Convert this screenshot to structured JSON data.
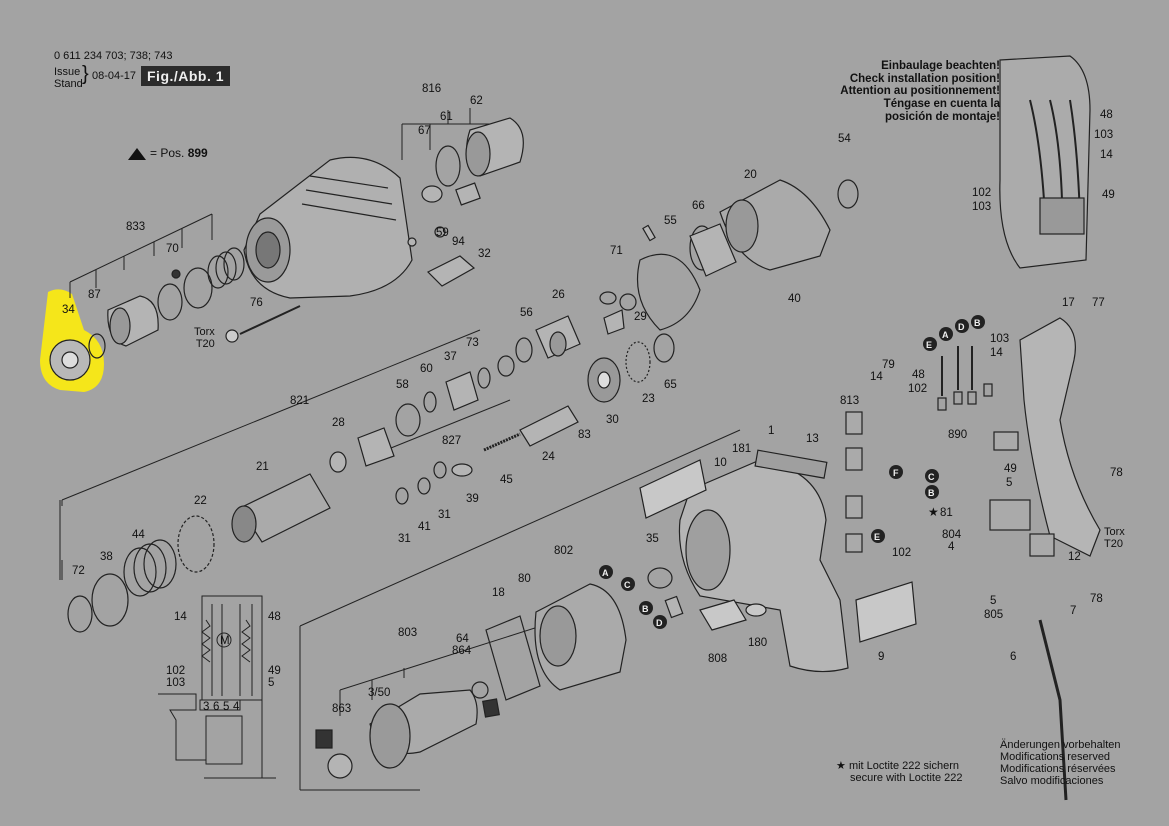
{
  "header": {
    "part_numbers": "0 611 234 703; 738; 743",
    "issue_label": "Issue",
    "stand_label": "Stand",
    "issue_date": "08-04-17",
    "figure": "Fig./Abb. 1"
  },
  "legend": {
    "pos_label": "= Pos.",
    "pos_value": "899"
  },
  "installation_note": [
    "Einbaulage beachten!",
    "Check installation position!",
    "Attention au positionnement!",
    "Téngase en cuenta la",
    "posición de montaje!"
  ],
  "loctite_note": [
    "mit Loctite 222 sichern",
    "secure with Loctite 222"
  ],
  "modifications_note": [
    "Änderungen vorbehalten",
    "Modifications reserved",
    "Modifications réservées",
    "Salvo modificaciones"
  ],
  "torx_left": [
    "Torx",
    "T20"
  ],
  "torx_right": [
    "Torx",
    "T20"
  ],
  "highlight_color": "#f5e61a",
  "parts": {
    "p816": "816",
    "p62": "62",
    "p67": "67",
    "p61": "61",
    "p54": "54",
    "p833": "833",
    "p70": "70",
    "p87": "87",
    "p34": "34",
    "p76": "76",
    "p59": "59",
    "p94": "94",
    "p32": "32",
    "p55": "55",
    "p66": "66",
    "p20": "20",
    "p71": "71",
    "p40": "40",
    "p26": "26",
    "p29": "29",
    "p56": "56",
    "p73": "73",
    "p60": "60",
    "p37": "37",
    "p58": "58",
    "p821": "821",
    "p28": "28",
    "p827": "827",
    "p21": "21",
    "p22": "22",
    "p44": "44",
    "p38": "38",
    "p72": "72",
    "p65": "65",
    "p23": "23",
    "p30": "30",
    "p83": "83",
    "p24": "24",
    "p45": "45",
    "p39": "39",
    "p41": "41",
    "p31a": "31",
    "p31b": "31",
    "p48a": "48",
    "p103a": "103",
    "p14a": "14",
    "p102a": "102",
    "p103b": "103",
    "p49a": "49",
    "p17": "17",
    "p77": "77",
    "p14b": "14",
    "p103c": "103",
    "p48b": "48",
    "p102b": "102",
    "p79": "79",
    "p14c": "14",
    "p813": "813",
    "p13": "13",
    "p181": "181",
    "p1": "1",
    "p10": "10",
    "p890": "890",
    "p49b": "49",
    "p5a": "5",
    "p81": "81",
    "p102c": "102",
    "p78a": "78",
    "p804": "804",
    "p4": "4",
    "p12": "12",
    "p78b": "78",
    "p7": "7",
    "p5b": "5",
    "p805": "805",
    "p6": "6",
    "p35": "35",
    "p802": "802",
    "p80": "80",
    "p18": "18",
    "p803": "803",
    "p64": "64",
    "p864": "864",
    "p350": "3/50",
    "p863": "863",
    "p808": "808",
    "p180": "180",
    "p9": "9",
    "w14": "14",
    "w48": "48",
    "w102": "102",
    "w103": "103",
    "w49": "49",
    "w5": "5"
  },
  "markers": {
    "A": "A",
    "B": "B",
    "C": "C",
    "D": "D",
    "E": "E",
    "F": "F"
  },
  "terminal_labels": [
    "3",
    "6",
    "5",
    "4"
  ],
  "motor_symbol": "M"
}
